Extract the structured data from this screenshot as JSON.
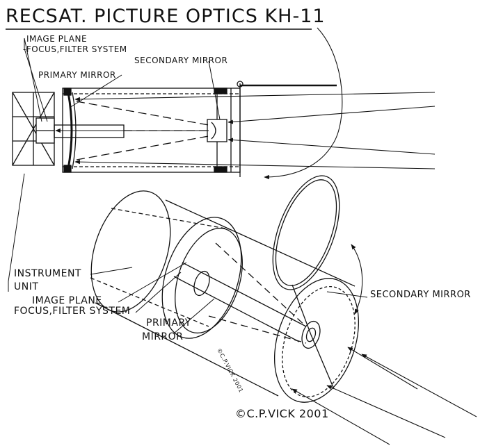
{
  "title": "RECSAT. PICTURE OPTICS KH-11",
  "top_view": {
    "image_plane": "IMAGE PLANE",
    "focus_filter": "-FOCUS,FILTER SYSTEM",
    "secondary_mirror": "SECONDARY MIRROR",
    "primary_mirror": "PRIMARY MIRROR"
  },
  "perspective_view": {
    "instrument_unit_line1": "INSTRUMENT",
    "instrument_unit_line2": "UNIT",
    "image_plane": "IMAGE PLANE",
    "focus_filter": "FOCUS,FILTER SYSTEM",
    "primary_mirror_line1": "PRIMARY",
    "primary_mirror_line2": "MIRROR",
    "secondary_mirror": "SECONDARY MIRROR",
    "small_credit": "©C.P.VICK 2001"
  },
  "credit": "©C.P.VICK 2001"
}
